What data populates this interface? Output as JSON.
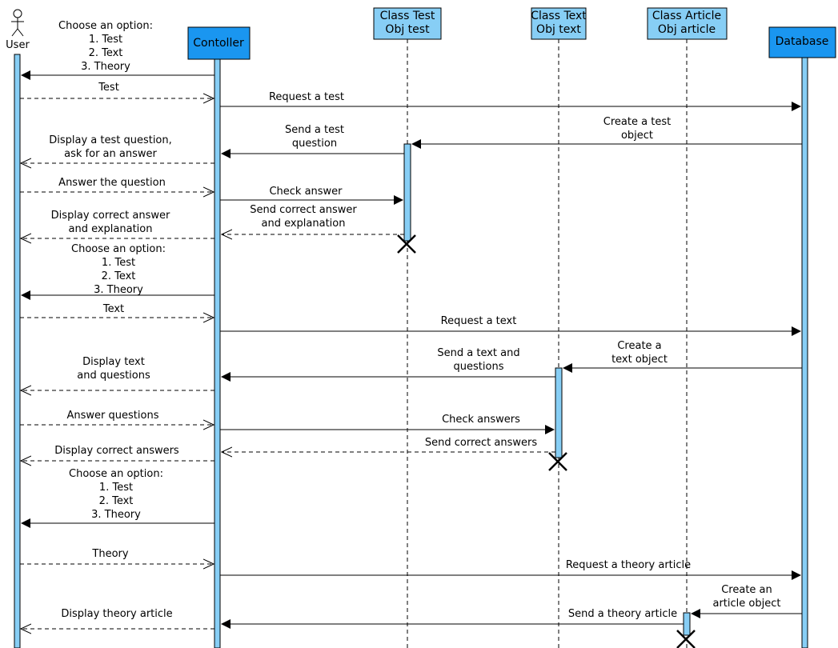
{
  "colors": {
    "header_fill": "#1a96f0",
    "header_light_fill": "#87cef5",
    "bar_fill": "#87cef5",
    "stroke": "#000000"
  },
  "participants": {
    "user": "User",
    "controller": "Contoller",
    "test_obj": "Class Test\nObj test",
    "text_obj": "Class Text\nObj text",
    "article_obj": "Class Article\nObj article",
    "database": "Database"
  },
  "messages": [
    "Choose an option:\n1. Test\n2. Text\n3. Theory",
    "Test",
    "Request a test",
    "Create a test\nobject",
    "Send a test\nquestion",
    "Display a test question,\nask for an answer",
    "Answer the question",
    "Check answer",
    "Send correct answer\nand explanation",
    "Display correct answer\nand explanation",
    "Choose an option:\n1. Test\n2. Text\n3. Theory",
    "Text",
    "Request a text",
    "Create a\ntext object",
    "Send a text and\nquestions",
    "Display text\nand questions",
    "Answer questions",
    "Check answers",
    "Send correct answers",
    "Display correct answers",
    "Choose an option:\n1. Test\n2. Text\n3. Theory",
    "Theory",
    "Request a theory article",
    "Create an\narticle object",
    "Send a theory article",
    "Display theory article"
  ]
}
